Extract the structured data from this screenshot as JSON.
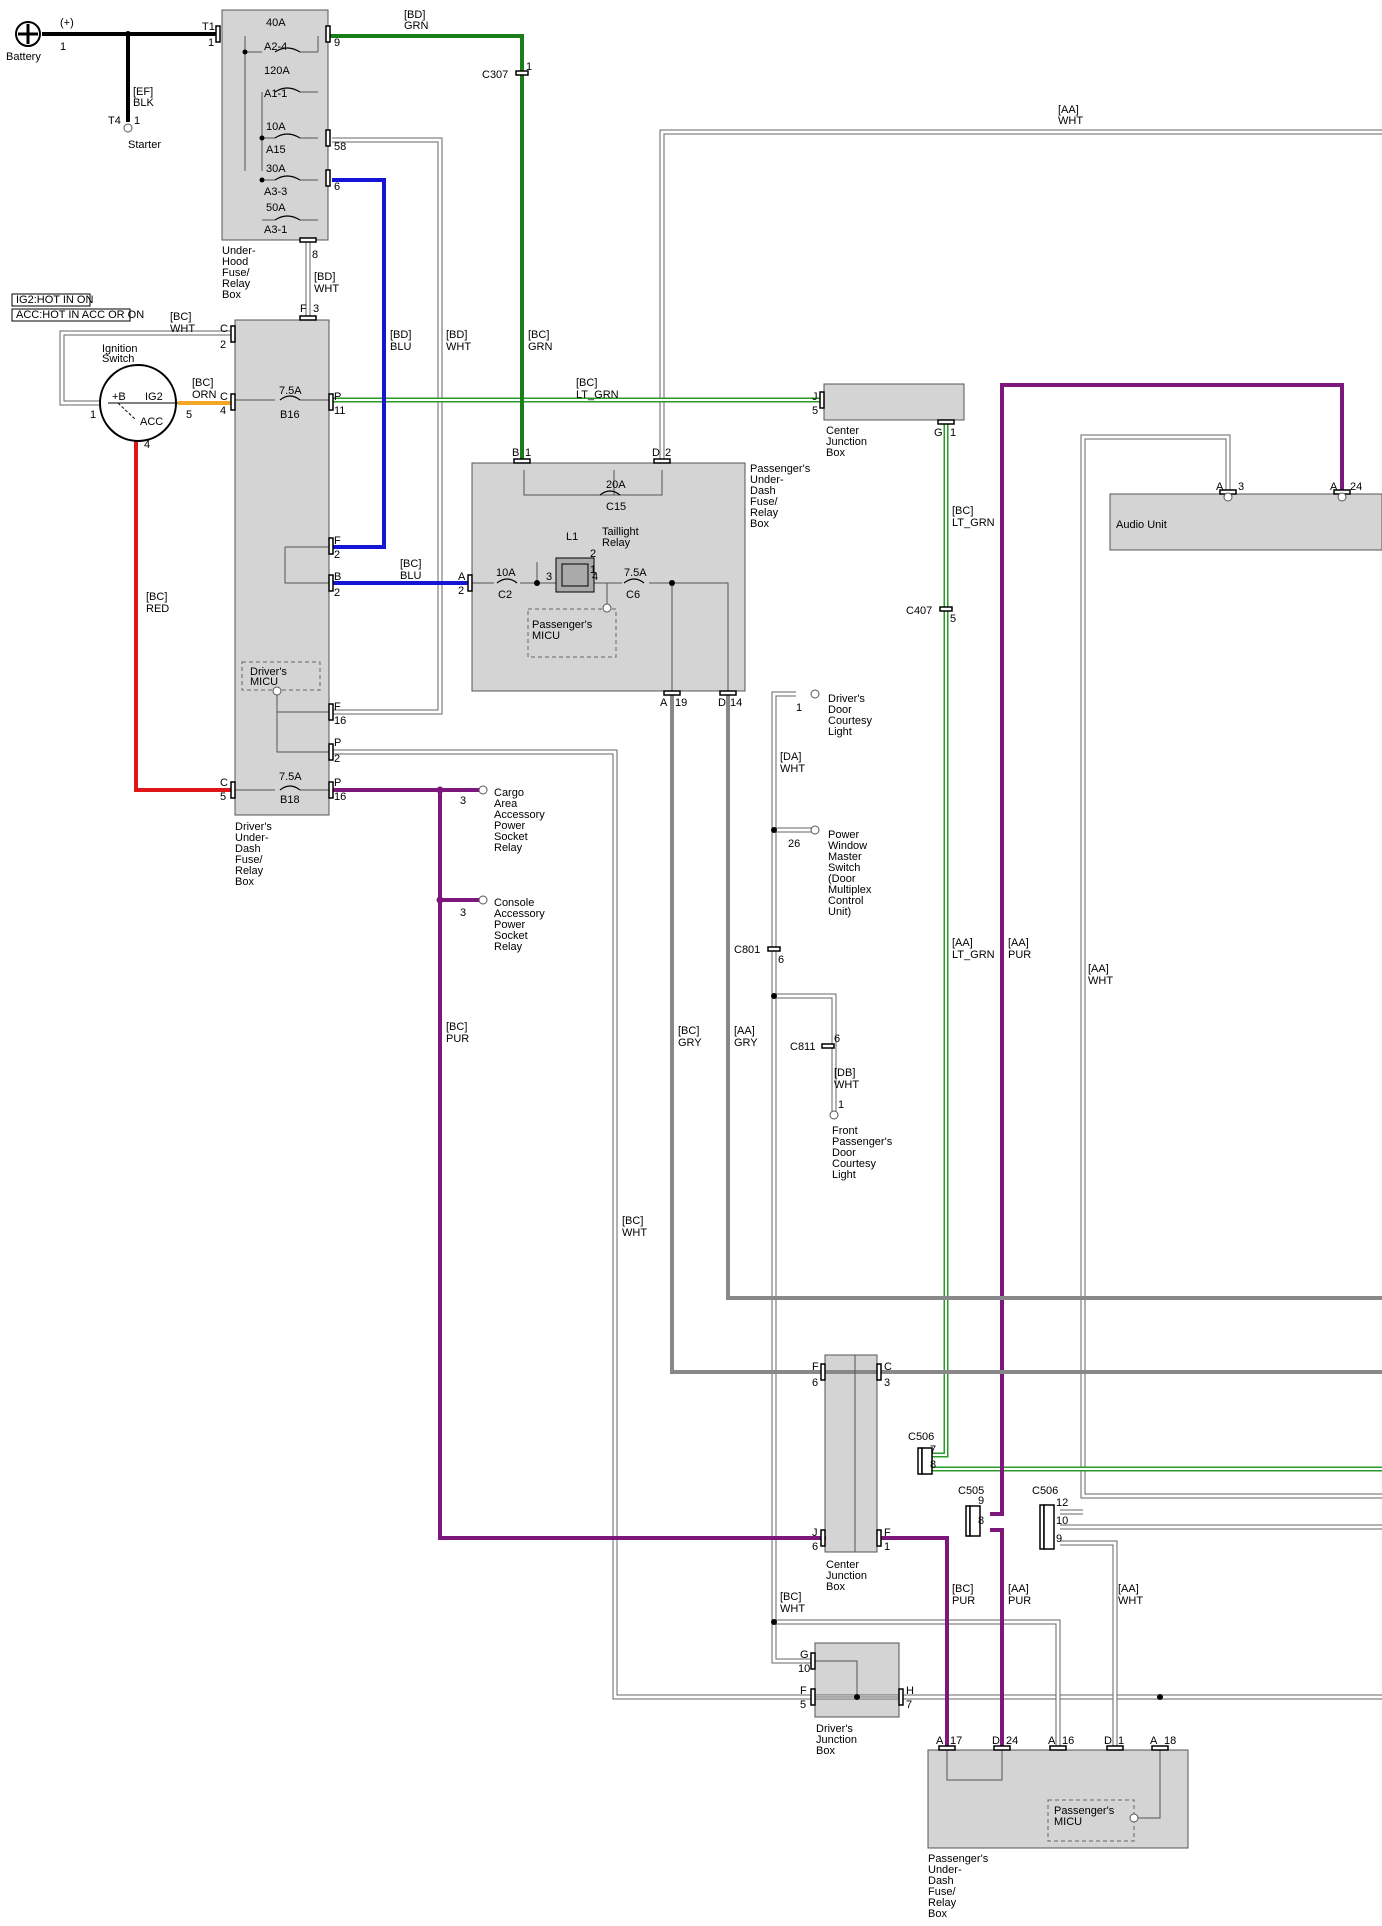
{
  "legend": {
    "ig2": "IG2:HOT IN ON",
    "acc": "ACC:HOT IN ACC OR ON"
  },
  "components": {
    "battery": "Battery",
    "battery_plus": "(+)",
    "starter": "Starter",
    "ignition_switch": [
      "Ignition",
      "Switch"
    ],
    "ign_b": "+B",
    "ign_ig2": "IG2",
    "ign_acc": "ACC",
    "underhood": [
      "Under-",
      "Hood",
      "Fuse/",
      "Relay",
      "Box"
    ],
    "drivers_underdash": [
      "Driver's",
      "Under-",
      "Dash",
      "Fuse/",
      "Relay",
      "Box"
    ],
    "drivers_micu": [
      "Driver's",
      "MICU"
    ],
    "passengers_underdash_top": [
      "Passenger's",
      "Under-",
      "Dash",
      "Fuse/",
      "Relay",
      "Box"
    ],
    "passengers_micu": [
      "Passenger's",
      "MICU"
    ],
    "taillight_relay": [
      "Taillight",
      "Relay"
    ],
    "relay_l1": "L1",
    "center_junction_top": [
      "Center",
      "Junction",
      "Box"
    ],
    "audio_unit": "Audio Unit",
    "drivers_door_light": [
      "Driver's",
      "Door",
      "Courtesy",
      "Light"
    ],
    "power_window": [
      "Power",
      "Window",
      "Master",
      "Switch",
      "(Door",
      "Multiplex",
      "Control",
      "Unit)"
    ],
    "front_pass_light": [
      "Front",
      "Passenger's",
      "Door",
      "Courtesy",
      "Light"
    ],
    "cargo_relay": [
      "Cargo",
      "Area",
      "Accessory",
      "Power",
      "Socket",
      "Relay"
    ],
    "console_relay": [
      "Console",
      "Accessory",
      "Power",
      "Socket",
      "Relay"
    ],
    "center_junction_bot": [
      "Center",
      "Junction",
      "Box"
    ],
    "drivers_junction": [
      "Driver's",
      "Junction",
      "Box"
    ],
    "passengers_underdash_bot": [
      "Passenger's",
      "Under-",
      "Dash",
      "Fuse/",
      "Relay",
      "Box"
    ]
  },
  "fuses": {
    "f1": [
      "40A",
      "A2-4"
    ],
    "f2": [
      "120A",
      "A1-1"
    ],
    "f3": [
      "10A",
      "A15"
    ],
    "f4": [
      "30A",
      "A3-3"
    ],
    "f5": [
      "50A",
      "A3-1"
    ],
    "b16": [
      "7.5A",
      "B16"
    ],
    "b18": [
      "7.5A",
      "B18"
    ],
    "c15": [
      "20A",
      "C15"
    ],
    "c2": [
      "10A",
      "C2"
    ],
    "c6": [
      "7.5A",
      "C6"
    ]
  },
  "wires": {
    "ef_blk": [
      "[EF]",
      "BLK"
    ],
    "bd_grn": [
      "[BD]",
      "GRN"
    ],
    "bd_wht": [
      "[BD]",
      "WHT"
    ],
    "bd_blu": [
      "[BD]",
      "BLU"
    ],
    "bd_wht2": [
      "[BD]",
      "WHT"
    ],
    "bc_grn": [
      "[BC]",
      "GRN"
    ],
    "bc_wht": [
      "[BC]",
      "WHT"
    ],
    "bc_orn": [
      "[BC]",
      "ORN"
    ],
    "bc_lt_grn": [
      "[BC]",
      "LT_GRN"
    ],
    "bc_blu": [
      "[BC]",
      "BLU"
    ],
    "bc_red": [
      "[BC]",
      "RED"
    ],
    "bc_pur": [
      "[BC]",
      "PUR"
    ],
    "aa_wht_top": [
      "[AA]",
      "WHT"
    ],
    "bc_lt_grn2": [
      "[BC]",
      "LT_GRN"
    ],
    "da_wht": [
      "[DA]",
      "WHT"
    ],
    "db_wht": [
      "[DB]",
      "WHT"
    ],
    "aa_lt_grn": [
      "[AA]",
      "LT_GRN"
    ],
    "aa_pur": [
      "[AA]",
      "PUR"
    ],
    "aa_wht_mid": [
      "[AA]",
      "WHT"
    ],
    "bc_gry": [
      "[BC]",
      "GRY"
    ],
    "aa_gry": [
      "[AA]",
      "GRY"
    ],
    "bc_wht_mid": [
      "[BC]",
      "WHT"
    ],
    "bc_pur_bot": [
      "[BC]",
      "PUR"
    ],
    "aa_pur_bot": [
      "[AA]",
      "PUR"
    ],
    "aa_wht_bot": [
      "[AA]",
      "WHT"
    ],
    "bc_wht_bot": [
      "[BC]",
      "WHT"
    ]
  },
  "connectors": {
    "c307": "C307",
    "c407": "C407",
    "c801": "C801",
    "c811": "C811",
    "c506a": "C506",
    "c505": "C505",
    "c506b": "C506",
    "t4": "T4"
  },
  "pins": {
    "batt1": "1",
    "t1": "T1",
    "t1n": "1",
    "p9": "9",
    "p58": "58",
    "p6": "6",
    "p8": "8",
    "t4n": "1",
    "c307n": "1",
    "f3a": "F",
    "f3b": "3",
    "ign1": "1",
    "ign5": "5",
    "ign4": "4",
    "dC2a": "C",
    "dC2b": "2",
    "dC4a": "C",
    "dC4b": "4",
    "dP11a": "P",
    "dP11b": "11",
    "dF2a": "F",
    "dF2b": "2",
    "dB2a": "B",
    "dB2b": "2",
    "dF16a": "F",
    "dF16b": "16",
    "dP2a": "P",
    "dP2b": "2",
    "dC5a": "C",
    "dC5b": "5",
    "dP16a": "P",
    "dP16b": "16",
    "pB1": "B",
    "pB1n": "1",
    "pD2": "D",
    "pD2n": "2",
    "pA2": "A",
    "pA2n": "2",
    "pA19": "A",
    "pA19n": "19",
    "pD14": "D",
    "pD14n": "14",
    "r2": "2",
    "r1": "1",
    "r3": "3",
    "r4": "4",
    "cjJ5a": "J",
    "cjJ5b": "5",
    "cjG1a": "G",
    "cjG1b": "1",
    "auA3a": "A",
    "auA3b": "3",
    "auA24a": "A",
    "auA24b": "24",
    "c407n": "5",
    "ddl1": "1",
    "pw26": "26",
    "c801n": "6",
    "c811n": "6",
    "fpl1": "1",
    "cargo3": "3",
    "console3": "3",
    "cjF6a": "F",
    "cjF6b": "6",
    "cjC3a": "C",
    "cjC3b": "3",
    "cjJ6a": "J",
    "cjJ6b": "6",
    "cjF1a": "F",
    "cjF1b": "1",
    "c506a7": "7",
    "c506a8": "8",
    "c505_9": "9",
    "c505_8": "8",
    "c506b12": "12",
    "c506b10": "10",
    "c506b9": "9",
    "djG10a": "G",
    "djG10b": "10",
    "djF5a": "F",
    "djF5b": "5",
    "djH7a": "H",
    "djH7b": "7",
    "pbA17a": "A",
    "pbA17b": "17",
    "pbD24a": "D",
    "pbD24b": "24",
    "pbA16a": "A",
    "pbA16b": "16",
    "pbD1a": "D",
    "pbD1b": "1",
    "pbA18a": "A",
    "pbA18b": "18"
  }
}
